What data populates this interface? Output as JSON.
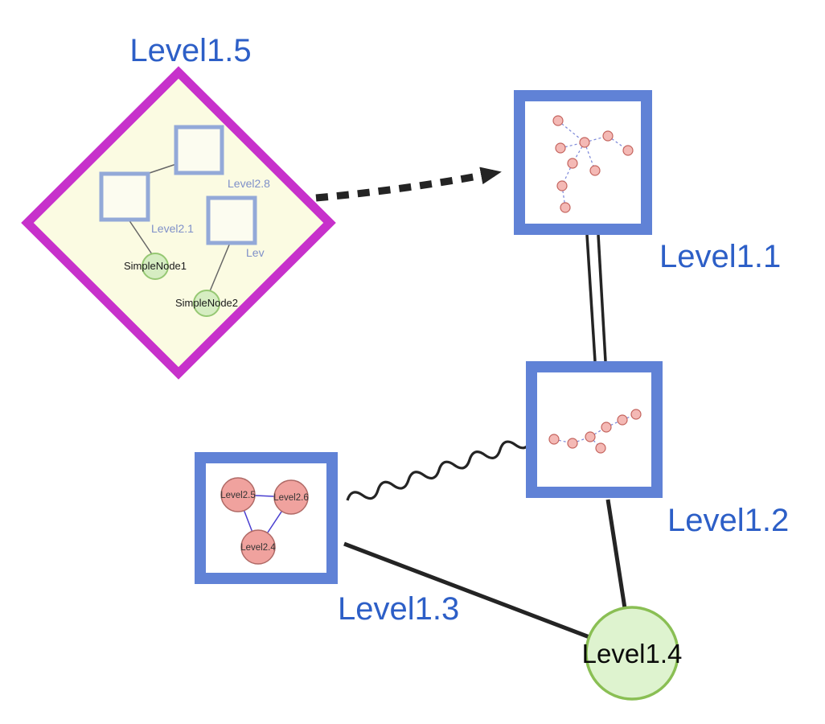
{
  "colors": {
    "label_blue": "#2d5fc7",
    "diamond_border": "#c731cb",
    "diamond_fill": "#fbfbe2",
    "box_border": "#6082d6",
    "green_node_fill": "#def3cf",
    "green_node_border": "#8abf54",
    "pink_node_fill": "#f4b9b5",
    "pink_node_border": "#c4645e",
    "edge_black": "#242424",
    "inner_edge_blue": "#4a3fd0"
  },
  "nodes": {
    "level15": {
      "label": "Level1.5",
      "shape": "diamond"
    },
    "level11": {
      "label": "Level1.1",
      "shape": "square"
    },
    "level12": {
      "label": "Level1.2",
      "shape": "square"
    },
    "level13": {
      "label": "Level1.3",
      "shape": "square"
    },
    "level14": {
      "label": "Level1.4",
      "shape": "circle"
    }
  },
  "level15_children": {
    "square1": "Level2.8",
    "square2": "Level2.1",
    "square3": "Lev",
    "node1": "SimpleNode1",
    "node2": "SimpleNode2"
  },
  "level13_children": {
    "node1": "Level2.5",
    "node2": "Level2.6",
    "node3": "Level2.4"
  },
  "edges": [
    {
      "from": "Level1.5",
      "to": "Level1.1",
      "style": "thick dashed arrow"
    },
    {
      "from": "Level1.1",
      "to": "Level1.2",
      "style": "double parallel line"
    },
    {
      "from": "Level1.3",
      "to": "Level1.2",
      "style": "wavy line"
    },
    {
      "from": "Level1.3",
      "to": "Level1.4",
      "style": "solid line"
    },
    {
      "from": "Level1.2",
      "to": "Level1.4",
      "style": "solid line"
    }
  ]
}
